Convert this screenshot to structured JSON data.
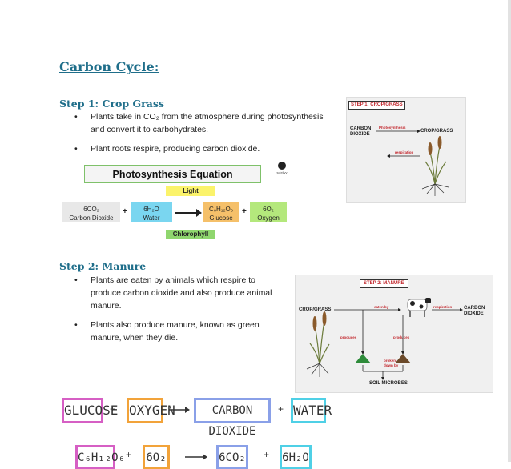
{
  "title": "Carbon Cycle:",
  "step1": {
    "heading": "Step 1: Crop Grass",
    "bullets": [
      [
        "Plants take in CO₂ from the atmosphere during photosynthesis",
        "and convert it to carbohydrates."
      ],
      [
        "Plant roots respire, producing carbon dioxide."
      ]
    ]
  },
  "equation": {
    "title": "Photosynthesis Equation",
    "light": "Light",
    "chlorophyll": "Chlorophyll",
    "terms": [
      {
        "formula": "6CO₂",
        "name": "Carbon Dioxide",
        "color": "#e8e8e8"
      },
      {
        "formula": "6H₂O",
        "name": "Water",
        "color": "#7ad6f0"
      },
      {
        "formula": "C₆H₁₂O₆",
        "name": "Glucose",
        "color": "#f5c06a"
      },
      {
        "formula": "6O₂",
        "name": "Oxygen",
        "color": "#b4e87c"
      }
    ],
    "colors": {
      "light": "#fbf36b",
      "chlorophyll": "#8fd66e"
    }
  },
  "fig1": {
    "label": "STEP 1: CROP/GRASS",
    "carbon": [
      "CARBON",
      "DIOXIDE"
    ],
    "photo": "Photosynthesis",
    "crop": "CROP/GRASS",
    "resp": "respiration"
  },
  "step2": {
    "heading": "Step 2: Manure",
    "bullets": [
      [
        "Plants are eaten by animals which respire to",
        "produce carbon dioxide and also produce animal",
        "manure."
      ],
      [
        "Plants also produce manure, known as green",
        "manure, when they die."
      ]
    ]
  },
  "fig2": {
    "label": "STEP 2: MANURE",
    "crop": "CROP/GRASS",
    "eaten": "eaten by",
    "resp": "respiration",
    "carbon": [
      "CARBON",
      "DIOXIDE"
    ],
    "produces1": "produces",
    "produces2": "produces",
    "broken": [
      "broken",
      "down by"
    ],
    "microbes": "SOIL MICROBES"
  },
  "words": {
    "w1": [
      "GLUCOSE",
      "OXYGEN",
      "CARBON DIOXIDE",
      "WATER"
    ],
    "w2": [
      "C₆H₁₂O₆",
      "6O₂",
      "6CO₂",
      "6H₂O"
    ],
    "colors": [
      "#d65fc4",
      "#f2a33a",
      "#8aa0e8",
      "#4fd0e6"
    ]
  }
}
